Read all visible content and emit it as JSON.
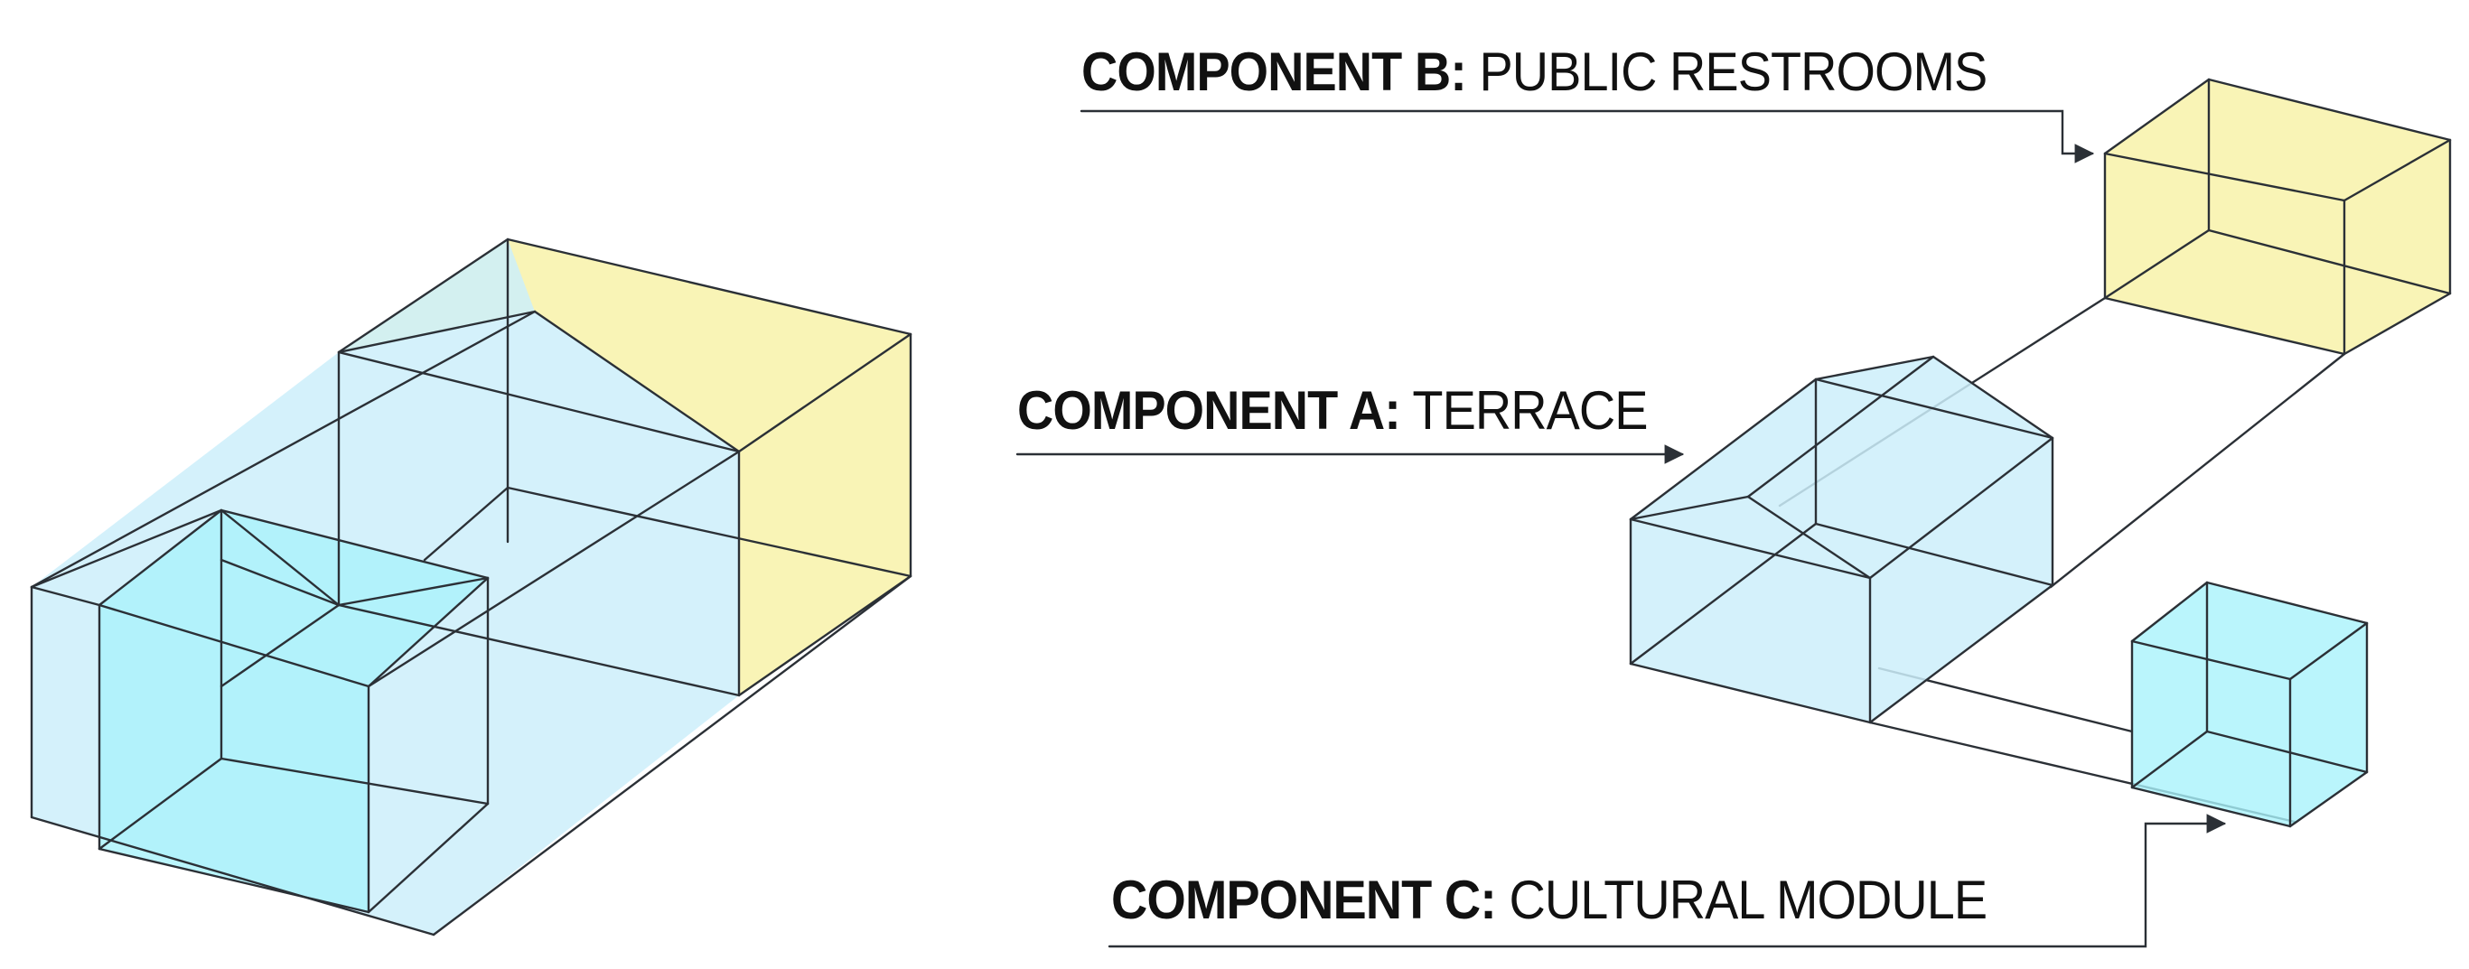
{
  "colors": {
    "line": "#2b3036",
    "terrace_fill": "#cdeefa",
    "cultural_fill": "#a9f3fb",
    "restroom_fill": "#f8f3ae",
    "background": "#ffffff"
  },
  "components": {
    "b": {
      "key": "COMPONENT B:",
      "name": "PUBLIC RESTROOMS"
    },
    "a": {
      "key": "COMPONENT A:",
      "name": "TERRACE"
    },
    "c": {
      "key": "COMPONENT C:",
      "name": "CULTURAL MODULE"
    }
  }
}
